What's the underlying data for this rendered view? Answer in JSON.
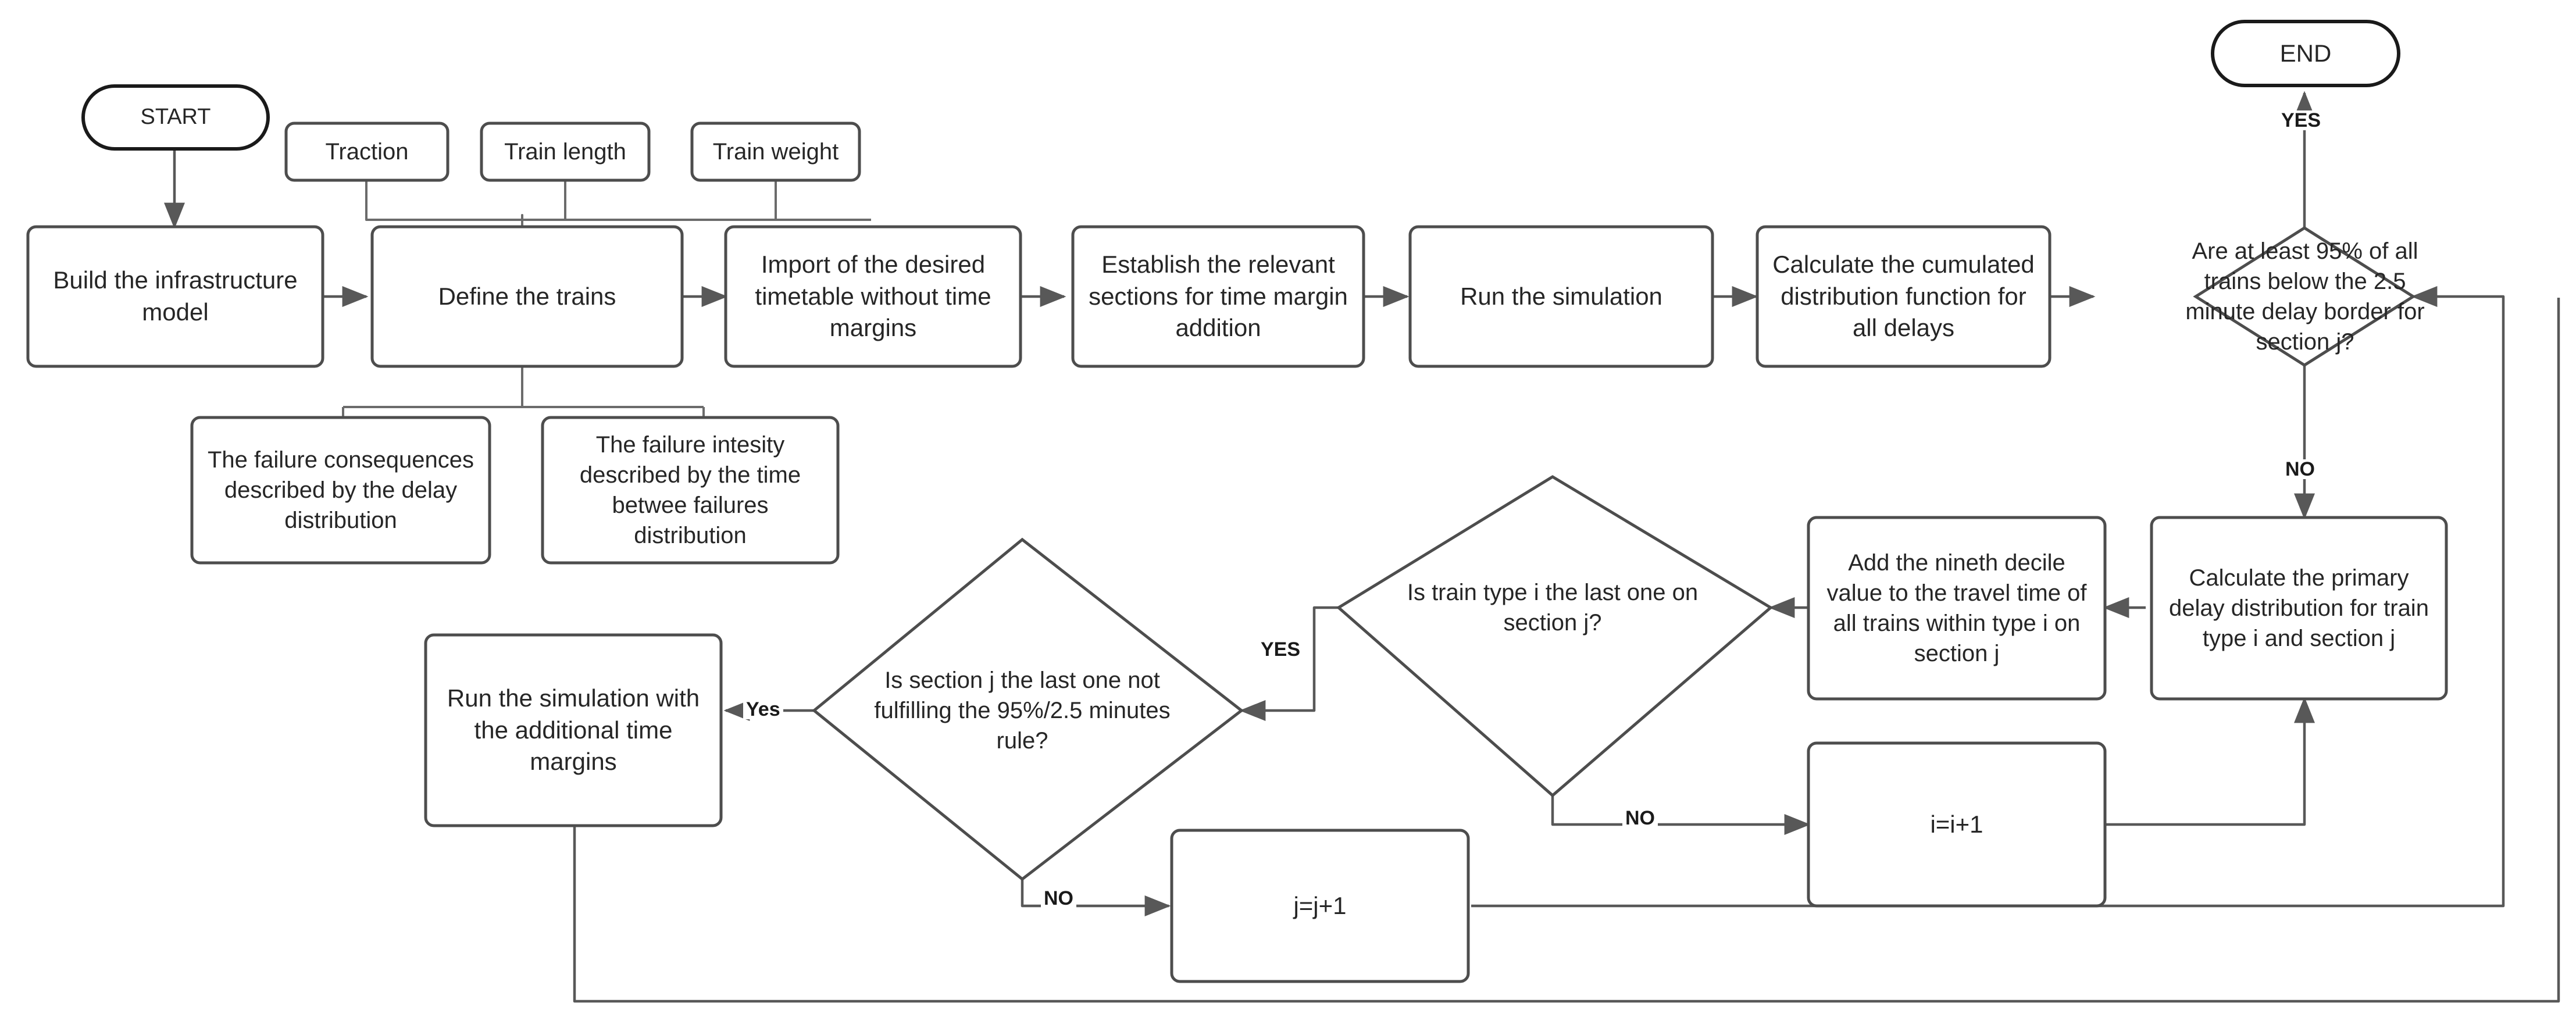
{
  "diagram": {
    "title": "Railway timetable time-margin simulation flowchart",
    "colors": {
      "background": "#ffffff",
      "node_stroke": "#4d4d4d",
      "terminator_stroke": "#1a1a1a",
      "connector": "#585858",
      "text": "#262626"
    },
    "nodes": {
      "start": {
        "label": "START",
        "shape": "terminator"
      },
      "traction": {
        "label": "Traction",
        "shape": "process"
      },
      "train_length": {
        "label": "Train length",
        "shape": "process"
      },
      "train_weight": {
        "label": "Train weight",
        "shape": "process"
      },
      "build_infrastructure": {
        "label": "Build the infrastructure model",
        "shape": "process"
      },
      "define_trains": {
        "label": "Define the trains",
        "shape": "process"
      },
      "import_timetable": {
        "label": "Import of the desired timetable without time margins",
        "shape": "process"
      },
      "establish_sections": {
        "label": "Establish the relevant sections for time margin addition",
        "shape": "process"
      },
      "run_simulation": {
        "label": "Run the simulation",
        "shape": "process"
      },
      "calculate_cdf": {
        "label": "Calculate the cumulated distribution function for all delays",
        "shape": "process"
      },
      "failure_consequences": {
        "label": "The failure consequences described by the delay distribution",
        "shape": "process"
      },
      "failure_intensity": {
        "label": "The failure intesity described by the time betwee failures distribution",
        "shape": "process"
      },
      "decision_95_border": {
        "label": "Are at least 95% of all trains below the 2.5 minute delay border for section j?",
        "shape": "decision"
      },
      "end": {
        "label": "END",
        "shape": "terminator"
      },
      "calculate_primary_delay": {
        "label": "Calculate the primary delay distribution for train type i and section j",
        "shape": "process"
      },
      "add_nineth_decile": {
        "label": "Add the nineth decile value to the travel time of all trains within type i on section j",
        "shape": "process"
      },
      "decision_last_train_type": {
        "label": "Is train type i the last one on section j?",
        "shape": "decision"
      },
      "decision_last_section": {
        "label": "Is section j the last one not fulfilling the 95%/2.5 minutes rule?",
        "shape": "decision"
      },
      "run_simulation_margins": {
        "label": "Run the simulation with the additional time margins",
        "shape": "process"
      },
      "increment_i": {
        "label": "i=i+1",
        "shape": "process"
      },
      "increment_j": {
        "label": "j=j+1",
        "shape": "process"
      }
    },
    "edge_labels": {
      "yes_end": "YES",
      "no_primary": "NO",
      "yes_last_section": "YES",
      "no_increment_i": "NO",
      "yes_run_margins": "Yes",
      "no_increment_j": "NO"
    }
  }
}
